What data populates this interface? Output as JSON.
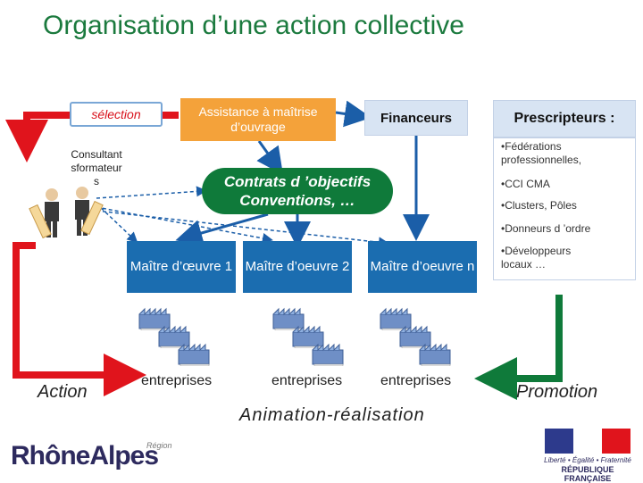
{
  "title": "Organisation d’une action collective",
  "selection": "sélection",
  "assistance": "Assistance à maîtrise d’ouvrage",
  "financeurs": "Financeurs",
  "consultant": "Consultant\nsformateur\ns",
  "contrats": "Contrats d ’objectifs Conventions, …",
  "maitres": [
    "Maître d’œuvre 1",
    "Maître d’oeuvre 2",
    "Maître d’oeuvre n"
  ],
  "entreprises": [
    "entreprises",
    "entreprises",
    "entreprises"
  ],
  "prescripteurs": {
    "header": "Prescripteurs :",
    "items": [
      "•Fédérations\nprofessionnelles,",
      "•CCI CMA",
      "•Clusters, Pôles",
      "•Donneurs d ’ordre",
      "•Développeurs\nlocaux …"
    ]
  },
  "action": "Action",
  "promotion": "Promotion",
  "animation": "Animation-réalisation",
  "logo": {
    "name": "RhôneAlpes",
    "region": "Région"
  },
  "republique": {
    "motto": "Liberté • Égalité • Fraternité",
    "name": "RÉPUBLIQUE FRANÇAISE"
  },
  "colors": {
    "title": "#1b7a3e",
    "arrow_red": "#e0141c",
    "arrow_green": "#0f7a3a",
    "maitre_blue": "#1b6db0",
    "assist_orange": "#f4a23a"
  }
}
